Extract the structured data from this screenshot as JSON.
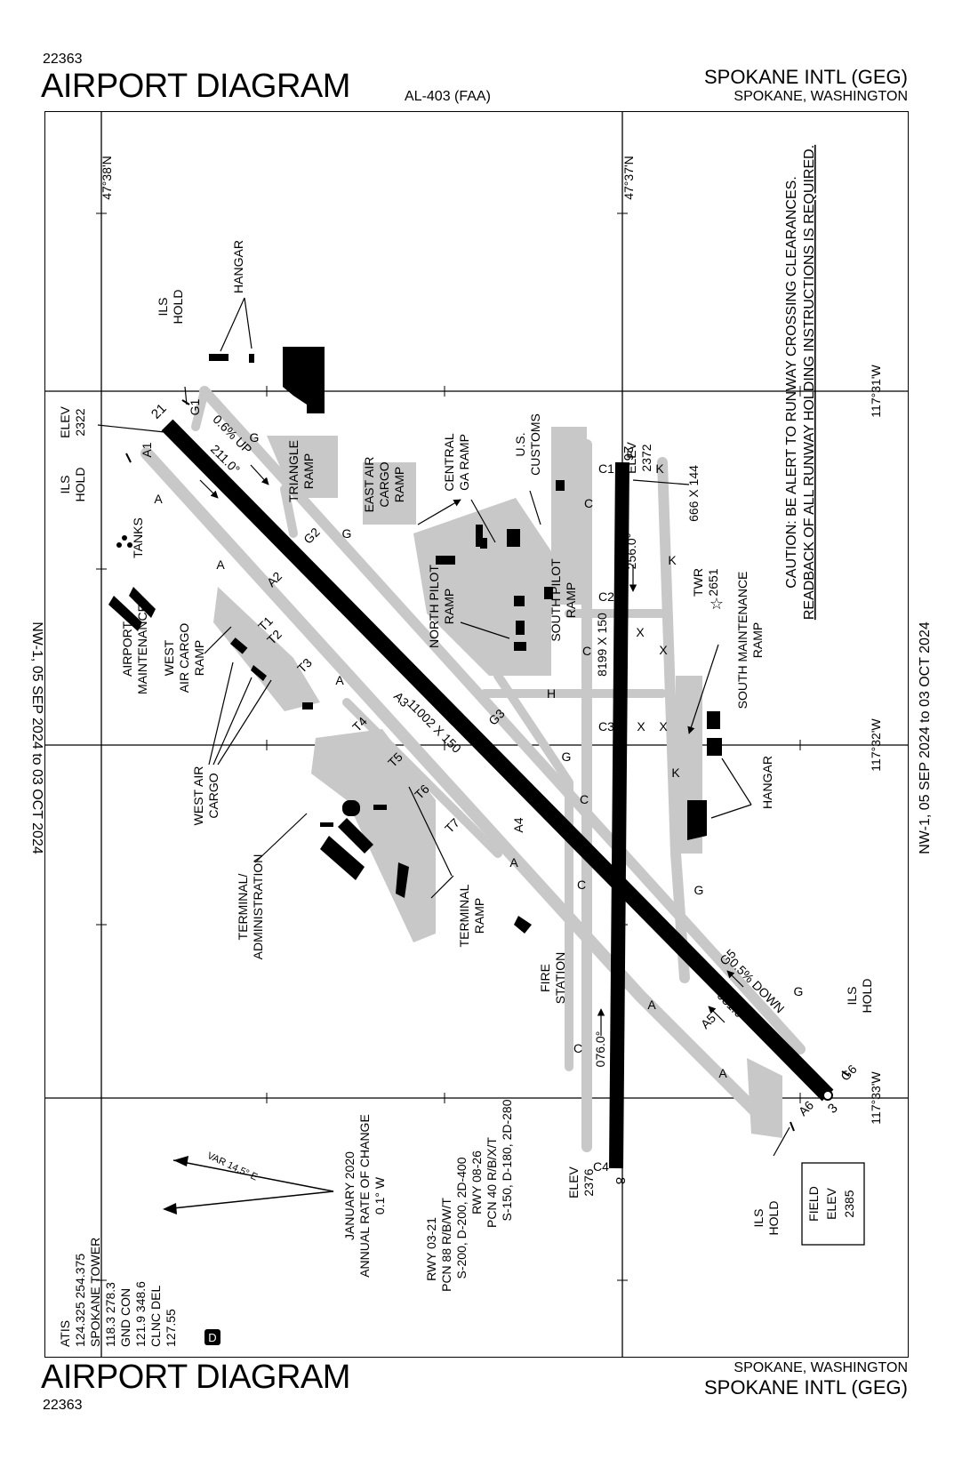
{
  "header": {
    "code_top": "22363",
    "title_top": "AIRPORT DIAGRAM",
    "ident": "AL-403 (FAA)",
    "airport_top": "SPOKANE INTL (GEG)",
    "city_top": "SPOKANE, WASHINGTON"
  },
  "footer": {
    "code_bottom": "22363",
    "title_bottom": "AIRPORT DIAGRAM",
    "city_bottom": "SPOKANE, WASHINGTON",
    "airport_bottom": "SPOKANE INTL (GEG)"
  },
  "margins": {
    "left_cycle": "NW-1,  05 SEP 2024  to  03 OCT 2024",
    "right_cycle": "NW-1,  05 SEP 2024  to  03 OCT 2024"
  },
  "coords": {
    "lat_38": "47°38'N",
    "lat_37": "47°37'N",
    "lon_31": "117°31'W",
    "lon_32": "117°32'W",
    "lon_33": "117°33'W"
  },
  "caution": {
    "line1": "CAUTION: BE ALERT TO RUNWAY CROSSING CLEARANCES.",
    "line2": "READBACK OF ALL RUNWAY HOLDING INSTRUCTIONS IS REQUIRED."
  },
  "runways": {
    "r21": "21",
    "r3": "3",
    "r26": "26",
    "r8": "8",
    "rwy_main_dims": "11002 X 150",
    "rwy_cross_dims": "8199 X 150",
    "hdg_211": "211.0°",
    "hdg_031": "031.0°",
    "hdg_256": "256.0°",
    "hdg_076": "076.0°",
    "slope_up": "0.6% UP",
    "slope_down": "0.5% DOWN",
    "elev_21_label": "ELEV",
    "elev_21": "2322",
    "elev_26_label": "ELEV",
    "elev_26": "2372",
    "elev_8_label": "ELEV",
    "elev_8": "2376",
    "apron_dims": "666 X 144",
    "field_elev_1": "FIELD",
    "field_elev_2": "ELEV",
    "field_elev_3": "2385"
  },
  "taxiways": {
    "G1": "G1",
    "A1": "A1",
    "G2": "G2",
    "A2": "A2",
    "T1": "T1",
    "T2": "T2",
    "T3": "T3",
    "A3": "A3",
    "T4": "T4",
    "T5": "T5",
    "T6": "T6",
    "T7": "T7",
    "G3": "G3",
    "A4": "A4",
    "G5": "G5",
    "A5": "A5",
    "A6": "A6",
    "G6": "G6",
    "C1": "C1",
    "C2": "C2",
    "C3": "C3",
    "C4": "C4",
    "A": "A",
    "G": "G",
    "C": "C",
    "K": "K",
    "X": "X",
    "H": "H"
  },
  "labels": {
    "ils_hold": "ILS",
    "hold": "HOLD",
    "hangar": "HANGAR",
    "triangle_1": "TRIANGLE",
    "triangle_2": "RAMP",
    "east_air_1": "EAST AIR",
    "east_air_2": "CARGO",
    "east_air_3": "RAMP",
    "central_1": "CENTRAL",
    "central_2": "GA RAMP",
    "customs_1": "U.S.",
    "customs_2": "CUSTOMS",
    "tanks": "TANKS",
    "airport_maint_1": "AIRPORT",
    "airport_maint_2": "MAINTENANCE",
    "wac_ramp_1": "WEST",
    "wac_ramp_2": "AIR CARGO",
    "wac_ramp_3": "RAMP",
    "north_pilot_1": "NORTH PILOT",
    "north_pilot_2": "RAMP",
    "south_pilot_1": "SOUTH PILOT",
    "south_pilot_2": "RAMP",
    "twr_1": "TWR",
    "twr_2": "2651",
    "south_maint_1": "SOUTH MAINTENANCE",
    "south_maint_2": "RAMP",
    "wac_1": "WEST AIR",
    "wac_2": "CARGO",
    "terminal_1": "TERMINAL/",
    "terminal_2": "ADMINISTRATION",
    "terminal_ramp_1": "TERMINAL",
    "terminal_ramp_2": "RAMP",
    "fire_1": "FIRE",
    "fire_2": "STATION",
    "var": "VAR 14.5° E"
  },
  "info": {
    "jan_1": "JANUARY 2020",
    "jan_2": "ANNUAL RATE OF CHANGE",
    "jan_3": "0.1° W",
    "rwy_1": "RWY 03-21",
    "rwy_2": "PCN 88 R/B/W/T",
    "rwy_3": "S-200, D-200, 2D-400",
    "rwy_4": "RWY 08-26",
    "rwy_5": "PCN 40 R/B/X/T",
    "rwy_6": "S-150, D-180, 2D-280",
    "freq_1": "ATIS",
    "freq_2": "124.325 254.375",
    "freq_3": "SPOKANE TOWER",
    "freq_4": "118.3 278.3",
    "freq_5": "GND CON",
    "freq_6": "121.9 348.6",
    "freq_7": "CLNC DEL",
    "freq_8": "127.55",
    "d_badge": "D"
  }
}
